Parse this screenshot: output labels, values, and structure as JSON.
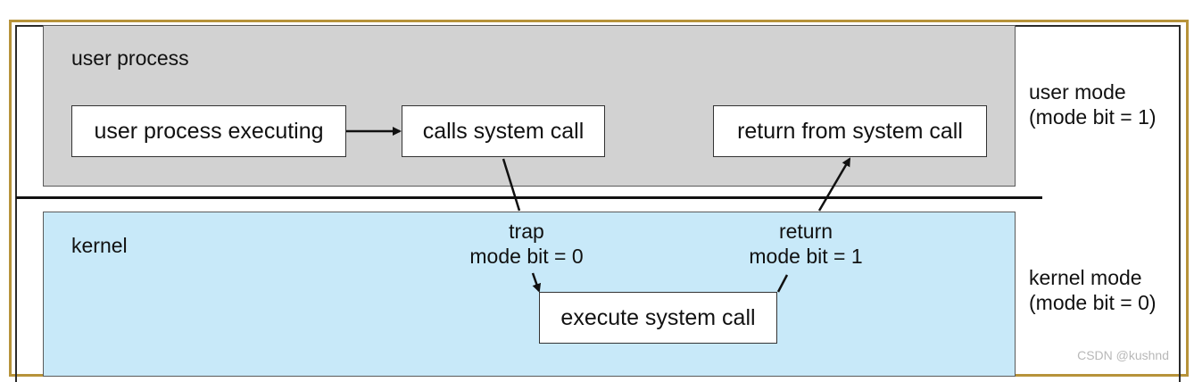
{
  "regions": {
    "user": {
      "label": "user process"
    },
    "kernel": {
      "label": "kernel"
    }
  },
  "boxes": {
    "executing": "user process executing",
    "calls": "calls system call",
    "return_from": "return from system call",
    "execute": "execute system call"
  },
  "transitions": {
    "trap": {
      "line1": "trap",
      "line2": "mode bit = 0"
    },
    "return": {
      "line1": "return",
      "line2": "mode bit = 1"
    }
  },
  "modes": {
    "user": {
      "line1": "user mode",
      "line2": "(mode bit = 1)"
    },
    "kernel": {
      "line1": "kernel mode",
      "line2": "(mode bit = 0)"
    }
  },
  "watermark": "CSDN @kushnd"
}
